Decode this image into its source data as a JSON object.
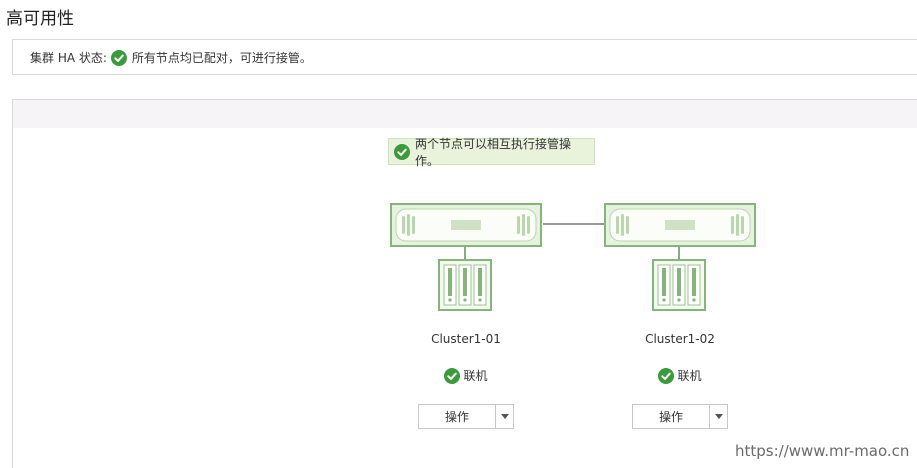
{
  "page": {
    "title": "高可用性"
  },
  "ha_status": {
    "label": "集群 HA 状态:",
    "message": "所有节点均已配对，可进行接管。",
    "icon": "check-circle-icon",
    "color": "#3a9b3a"
  },
  "takeover": {
    "message": "两个节点可以相互执行接管操作。",
    "icon": "check-circle-icon"
  },
  "nodes": [
    {
      "name": "Cluster1-01",
      "state": "联机",
      "state_icon": "check-circle-icon",
      "action_label": "操作"
    },
    {
      "name": "Cluster1-02",
      "state": "联机",
      "state_icon": "check-circle-icon",
      "action_label": "操作"
    }
  ],
  "colors": {
    "ok_green": "#3a9b3a",
    "hardware_border": "#86b57a",
    "hardware_fill": "#e6f1df",
    "banner_fill": "#e9f3dc"
  },
  "watermark": "https://www.mr-mao.cn"
}
